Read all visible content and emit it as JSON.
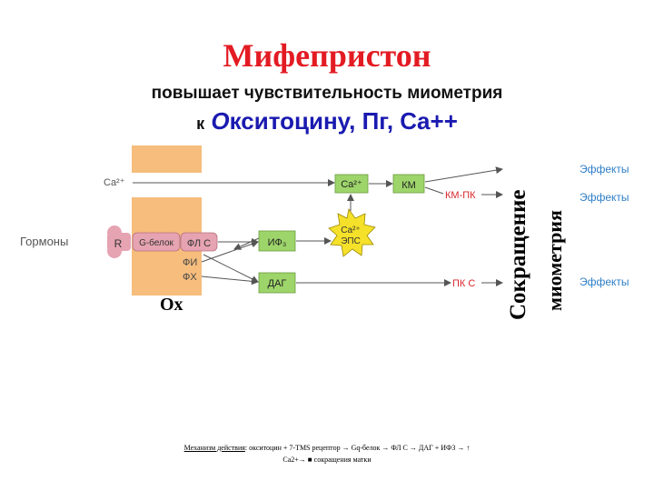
{
  "slide": {
    "title": "Мифепристон",
    "subtitle_line1": "повышает чувствительность миометрия",
    "subtitle_k": "к",
    "subtitle_o": "О",
    "subtitle_rest": "кситоцину, Пг, Ca++"
  },
  "diagram": {
    "hormones": "Гормоны",
    "ca_ext": "Ca²⁺",
    "receptor": "R",
    "g_protein": "G-белок",
    "plc": "ФЛ С",
    "fi": "ФИ",
    "fx": "ФХ",
    "ip3": "ИФ₃",
    "dag": "ДАГ",
    "ca_box": "Ca²⁺",
    "km": "КМ",
    "burst_ca": "Ca²⁺",
    "burst_eps": "ЭПС",
    "km_pk": "КМ-ПК",
    "pk_c": "ПК С",
    "effects1": "Эффекты",
    "effects2": "Эффекты",
    "effects3": "Эффекты",
    "ox": "Ох"
  },
  "side_label": {
    "line1": "Сокращение",
    "line2": "миометрия"
  },
  "mechanism": {
    "label": "Механизм действия",
    "line1_rest": ": окситоцин + 7-TMS рецептор → Gq-белок → ФЛ С → ДАГ + ИФ3 → ↑",
    "line2": "Ca2+→  ■  сокращения матки"
  },
  "colors": {
    "title": "#e31b23",
    "subtitle_blue": "#1a1ab0",
    "cell": "#f6bd7d",
    "receptor_pink": "#e6a3b1",
    "green_box": "#9ed56b",
    "burst": "#f5e12a",
    "red_label": "#d6262b",
    "effects_blue": "#2e7ec6"
  }
}
